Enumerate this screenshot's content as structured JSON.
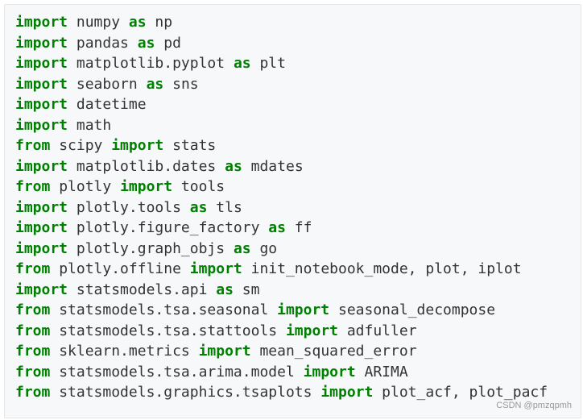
{
  "code": {
    "lines": [
      {
        "kw1": "import",
        "t1": " numpy ",
        "kw2": "as",
        "t2": " np"
      },
      {
        "kw1": "import",
        "t1": " pandas ",
        "kw2": "as",
        "t2": " pd"
      },
      {
        "kw1": "import",
        "t1": " matplotlib.pyplot ",
        "kw2": "as",
        "t2": " plt"
      },
      {
        "kw1": "import",
        "t1": " seaborn ",
        "kw2": "as",
        "t2": " sns"
      },
      {
        "kw1": "import",
        "t1": " datetime",
        "kw2": "",
        "t2": ""
      },
      {
        "kw1": "import",
        "t1": " math",
        "kw2": "",
        "t2": ""
      },
      {
        "kw1": "from",
        "t1": " scipy ",
        "kw2": "import",
        "t2": " stats"
      },
      {
        "kw1": "import",
        "t1": " matplotlib.dates ",
        "kw2": "as",
        "t2": " mdates"
      },
      {
        "kw1": "from",
        "t1": " plotly ",
        "kw2": "import",
        "t2": " tools"
      },
      {
        "kw1": "import",
        "t1": " plotly.tools ",
        "kw2": "as",
        "t2": " tls"
      },
      {
        "kw1": "import",
        "t1": " plotly.figure_factory ",
        "kw2": "as",
        "t2": " ff"
      },
      {
        "kw1": "import",
        "t1": " plotly.graph_objs ",
        "kw2": "as",
        "t2": " go"
      },
      {
        "kw1": "from",
        "t1": " plotly.offline ",
        "kw2": "import",
        "t2": " init_notebook_mode, plot, iplot"
      },
      {
        "kw1": "import",
        "t1": " statsmodels.api ",
        "kw2": "as",
        "t2": " sm"
      },
      {
        "kw1": "from",
        "t1": " statsmodels.tsa.seasonal ",
        "kw2": "import",
        "t2": " seasonal_decompose"
      },
      {
        "kw1": "from",
        "t1": " statsmodels.tsa.stattools ",
        "kw2": "import",
        "t2": " adfuller"
      },
      {
        "kw1": "from",
        "t1": " sklearn.metrics ",
        "kw2": "import",
        "t2": " mean_squared_error"
      },
      {
        "kw1": "from",
        "t1": " statsmodels.tsa.arima.model ",
        "kw2": "import",
        "t2": " ARIMA"
      },
      {
        "kw1": "from",
        "t1": " statsmodels.graphics.tsaplots ",
        "kw2": "import",
        "t2": " plot_acf, plot_pacf"
      }
    ],
    "keyword_color": "#008000",
    "text_color": "#333333",
    "background_color": "#f6f8fa"
  },
  "watermark": "CSDN @pmzqpmh"
}
